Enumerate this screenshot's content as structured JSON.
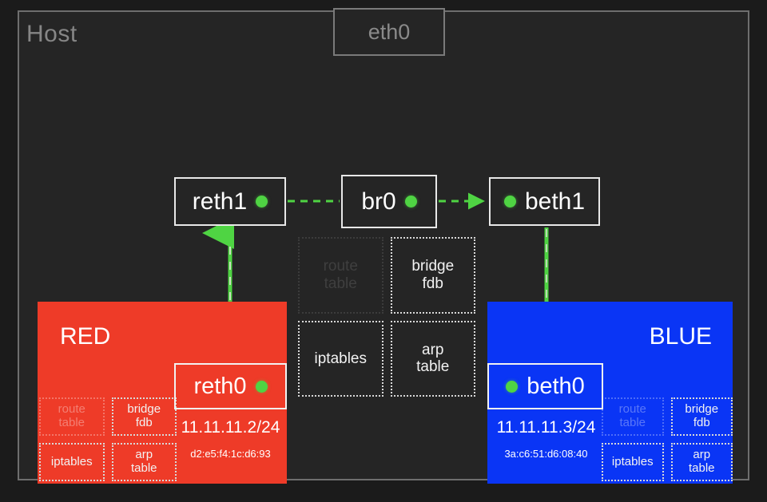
{
  "colors": {
    "background": "#1b1b1b",
    "host_fill": "#252525",
    "host_border": "#6e6e6e",
    "host_text": "#868686",
    "red_namespace": "#ee3b28",
    "blue_namespace": "#0a35f5",
    "link_green": "#4fd443",
    "iface_border": "#e8e8e8",
    "dimmed_text": "#3f3f3f"
  },
  "host": {
    "label": "Host",
    "physical_iface": {
      "label": "eth0"
    },
    "interfaces": [
      {
        "id": "reth1",
        "label": "reth1",
        "dot": "link-status-dot",
        "dot_side": "right"
      },
      {
        "id": "br0",
        "label": "br0",
        "dot": "link-status-dot",
        "dot_side": "right"
      },
      {
        "id": "beth1",
        "label": "beth1",
        "dot": "link-status-dot",
        "dot_side": "left"
      }
    ],
    "tables": [
      {
        "id": "route-table",
        "l1": "route",
        "l2": "table",
        "dimmed": true
      },
      {
        "id": "bridge-fdb",
        "l1": "bridge",
        "l2": "fdb",
        "dimmed": false
      },
      {
        "id": "iptables",
        "l1": "iptables",
        "l2": "",
        "dimmed": false
      },
      {
        "id": "arp-table",
        "l1": "arp",
        "l2": "table",
        "dimmed": false
      }
    ]
  },
  "namespaces": [
    {
      "id": "red",
      "title": "RED",
      "color": "#ee3b28",
      "interface": {
        "label": "reth0",
        "dot_side": "right"
      },
      "ip": "11.11.11.2/24",
      "mac": "d2:e5:f4:1c:d6:93",
      "tables": [
        {
          "id": "route-table",
          "l1": "route",
          "l2": "table",
          "dimmed": true
        },
        {
          "id": "bridge-fdb",
          "l1": "bridge",
          "l2": "fdb",
          "dimmed": false
        },
        {
          "id": "iptables",
          "l1": "iptables",
          "l2": "",
          "dimmed": false
        },
        {
          "id": "arp-table",
          "l1": "arp",
          "l2": "table",
          "dimmed": false
        }
      ]
    },
    {
      "id": "blue",
      "title": "BLUE",
      "color": "#0a35f5",
      "interface": {
        "label": "beth0",
        "dot_side": "left"
      },
      "ip": "11.11.11.3/24",
      "mac": "3a:c6:51:d6:08:40",
      "tables": [
        {
          "id": "route-table",
          "l1": "route",
          "l2": "table",
          "dimmed": true
        },
        {
          "id": "bridge-fdb",
          "l1": "bridge",
          "l2": "fdb",
          "dimmed": false
        },
        {
          "id": "iptables",
          "l1": "iptables",
          "l2": "",
          "dimmed": false
        },
        {
          "id": "arp-table",
          "l1": "arp",
          "l2": "table",
          "dimmed": false
        }
      ]
    }
  ],
  "links": [
    {
      "id": "reth1-to-br0",
      "from": "reth1",
      "to": "br0",
      "style": "dashed",
      "arrow": false
    },
    {
      "id": "br0-to-beth1",
      "from": "br0",
      "to": "beth1",
      "style": "dashed",
      "arrow": true
    },
    {
      "id": "reth0-to-reth1",
      "from": "reth0",
      "to": "reth1",
      "style": "veth-pair",
      "arrow": true
    },
    {
      "id": "beth1-to-beth0",
      "from": "beth1",
      "to": "beth0",
      "style": "solid",
      "arrow": true
    }
  ]
}
